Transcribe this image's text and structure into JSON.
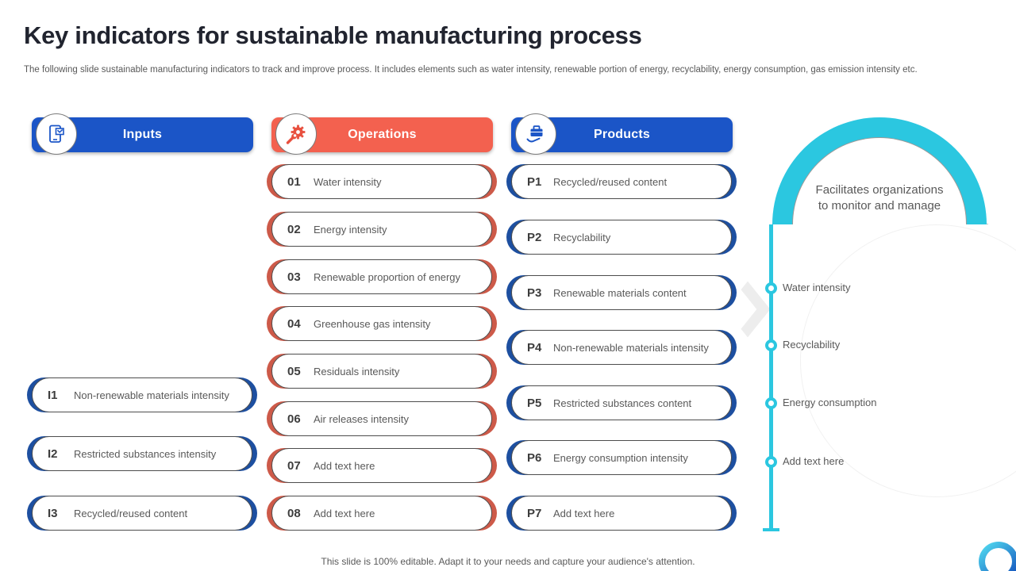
{
  "header": {
    "title": "Key indicators for sustainable manufacturing process",
    "subtitle": "The following slide sustainable manufacturing indicators to track and improve process. It includes elements such as water intensity, renewable portion of energy, recyclability,  energy consumption, gas emission intensity etc."
  },
  "columns": [
    {
      "label": "Inputs",
      "icon": "tablet-feedback-icon",
      "accent_color": "#1b55c7",
      "items": [
        {
          "num": "I1",
          "label": "Non-renewable materials intensity"
        },
        {
          "num": "I2",
          "label": "Restricted substances intensity"
        },
        {
          "num": "I3",
          "label": "Recycled/reused content"
        }
      ]
    },
    {
      "label": "Operations",
      "icon": "gear-wrench-icon",
      "accent_color": "#f3614f",
      "items": [
        {
          "num": "01",
          "label": "Water intensity"
        },
        {
          "num": "02",
          "label": "Energy intensity"
        },
        {
          "num": "03",
          "label": "Renewable proportion of energy"
        },
        {
          "num": "04",
          "label": "Greenhouse gas intensity"
        },
        {
          "num": "05",
          "label": "Residuals intensity"
        },
        {
          "num": "06",
          "label": "Air releases intensity"
        },
        {
          "num": "07",
          "label": "Add text here"
        },
        {
          "num": "08",
          "label": "Add text here"
        }
      ]
    },
    {
      "label": "Products",
      "icon": "hand-briefcase-icon",
      "accent_color": "#1b55c7",
      "items": [
        {
          "num": "P1",
          "label": "Recycled/reused content"
        },
        {
          "num": "P2",
          "label": "Recyclability"
        },
        {
          "num": "P3",
          "label": "Renewable materials content"
        },
        {
          "num": "P4",
          "label": "Non-renewable materials intensity"
        },
        {
          "num": "P5",
          "label": "Restricted substances content"
        },
        {
          "num": "P6",
          "label": "Energy consumption intensity"
        },
        {
          "num": "P7",
          "label": "Add text here"
        }
      ]
    }
  ],
  "callout": {
    "line1": "Facilitates organizations",
    "line2": "to monitor and manage"
  },
  "timeline": [
    "Water intensity",
    "Recyclability",
    "Energy consumption",
    "Add text here"
  ],
  "footer": "This slide is 100% editable. Adapt it to your needs and capture your audience's attention.",
  "colors": {
    "header_blue": "#1b55c7",
    "header_red": "#f3614f",
    "accent_blue_dark": "#1d4fa0",
    "accent_red_dark": "#cd5a49",
    "cyan": "#2bc7e0",
    "text_gray": "#595959",
    "title_color": "#21242f"
  }
}
